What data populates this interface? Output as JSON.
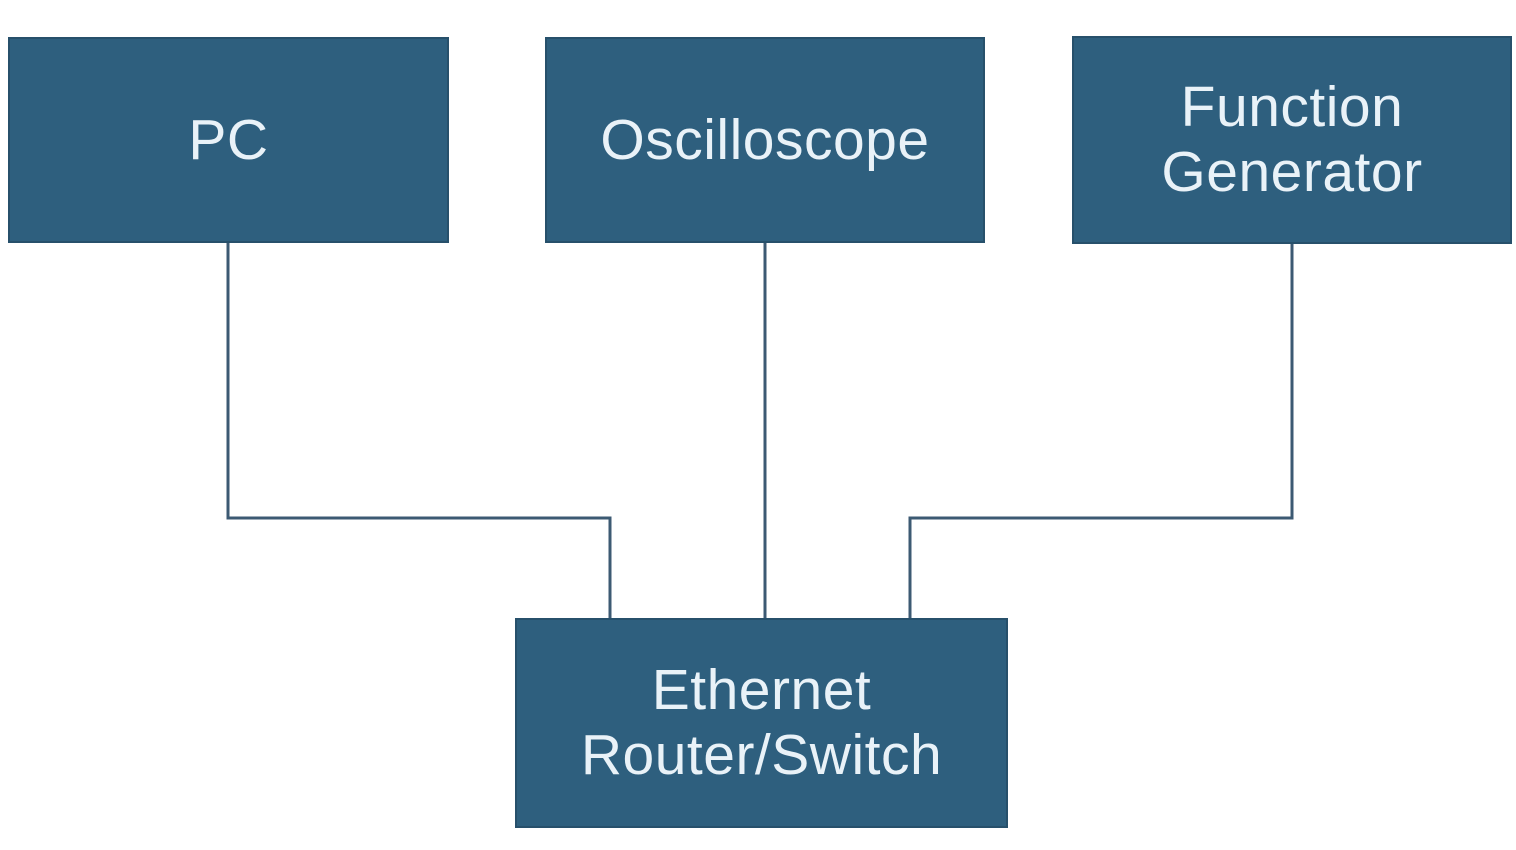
{
  "diagram": {
    "type": "network-block-diagram",
    "nodes": [
      {
        "id": "pc",
        "lines": [
          "PC"
        ]
      },
      {
        "id": "oscilloscope",
        "lines": [
          "Oscilloscope"
        ]
      },
      {
        "id": "function-generator",
        "lines": [
          "Function",
          "Generator"
        ]
      },
      {
        "id": "ethernet-router-switch",
        "lines": [
          "Ethernet",
          "Router/Switch"
        ]
      }
    ],
    "edges": [
      {
        "from": "pc",
        "to": "ethernet-router-switch"
      },
      {
        "from": "oscilloscope",
        "to": "ethernet-router-switch"
      },
      {
        "from": "function-generator",
        "to": "ethernet-router-switch"
      }
    ],
    "colors": {
      "node_fill": "#2E5F7E",
      "node_stroke": "#27506B",
      "node_text": "#E9F2F8",
      "connector": "#3C5A73",
      "background": "#FFFFFF"
    }
  }
}
